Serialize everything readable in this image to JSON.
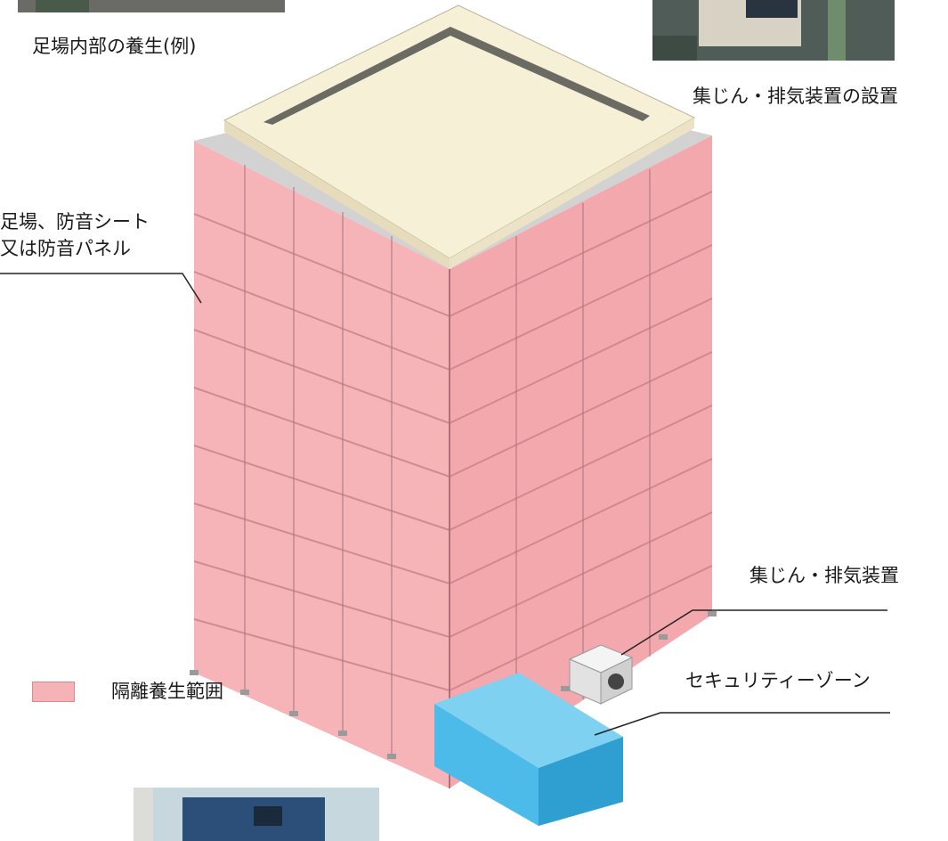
{
  "labels": {
    "interior_protection": "足場内部の養生(例)",
    "dust_exhaust_install": "集じん・排気装置の設置",
    "scaffold_line1": "足場、防音シート",
    "scaffold_line2": "又は防音パネル",
    "dust_exhaust_unit": "集じん・排気装置",
    "security_zone": "セキュリティーゾーン"
  },
  "legend": {
    "label": "隔離養生範囲",
    "color": "#f5b3b8"
  },
  "colors": {
    "enclosure": "#f4a7ad",
    "roof": "#f6f0d6",
    "security_zone": "#3aaedf",
    "exhaust_unit": "#e9e9e9"
  }
}
